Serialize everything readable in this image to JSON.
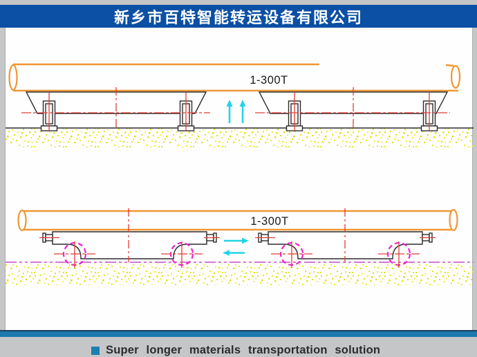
{
  "page": {
    "background_color": "#c5c6c8"
  },
  "header": {
    "title": "新乡市百特智能转运设备有限公司",
    "background_color": "#0b50a4",
    "text_color": "#ffffff"
  },
  "drawing": {
    "description": "Two side-view engineering drawings of rail transfer carts carrying one super long material load",
    "top_view": {
      "load_label": "1-300T"
    },
    "bottom_view": {
      "load_label": "1-300T"
    }
  },
  "footer": {
    "caption": "Super longer materials transportation solution",
    "bullet_color": "#1d7fad",
    "bar_color": "#1b79ad"
  },
  "colors": {
    "pipe_orange": "#ef9733",
    "centerline_red": "#e23b35",
    "arrow_cyan": "#22d3e8",
    "wheel_magenta": "#ee22cc",
    "rail_magenta": "#c84ccc",
    "ground_yellow": "#e6e61c",
    "outline": "#2b2b2b"
  }
}
